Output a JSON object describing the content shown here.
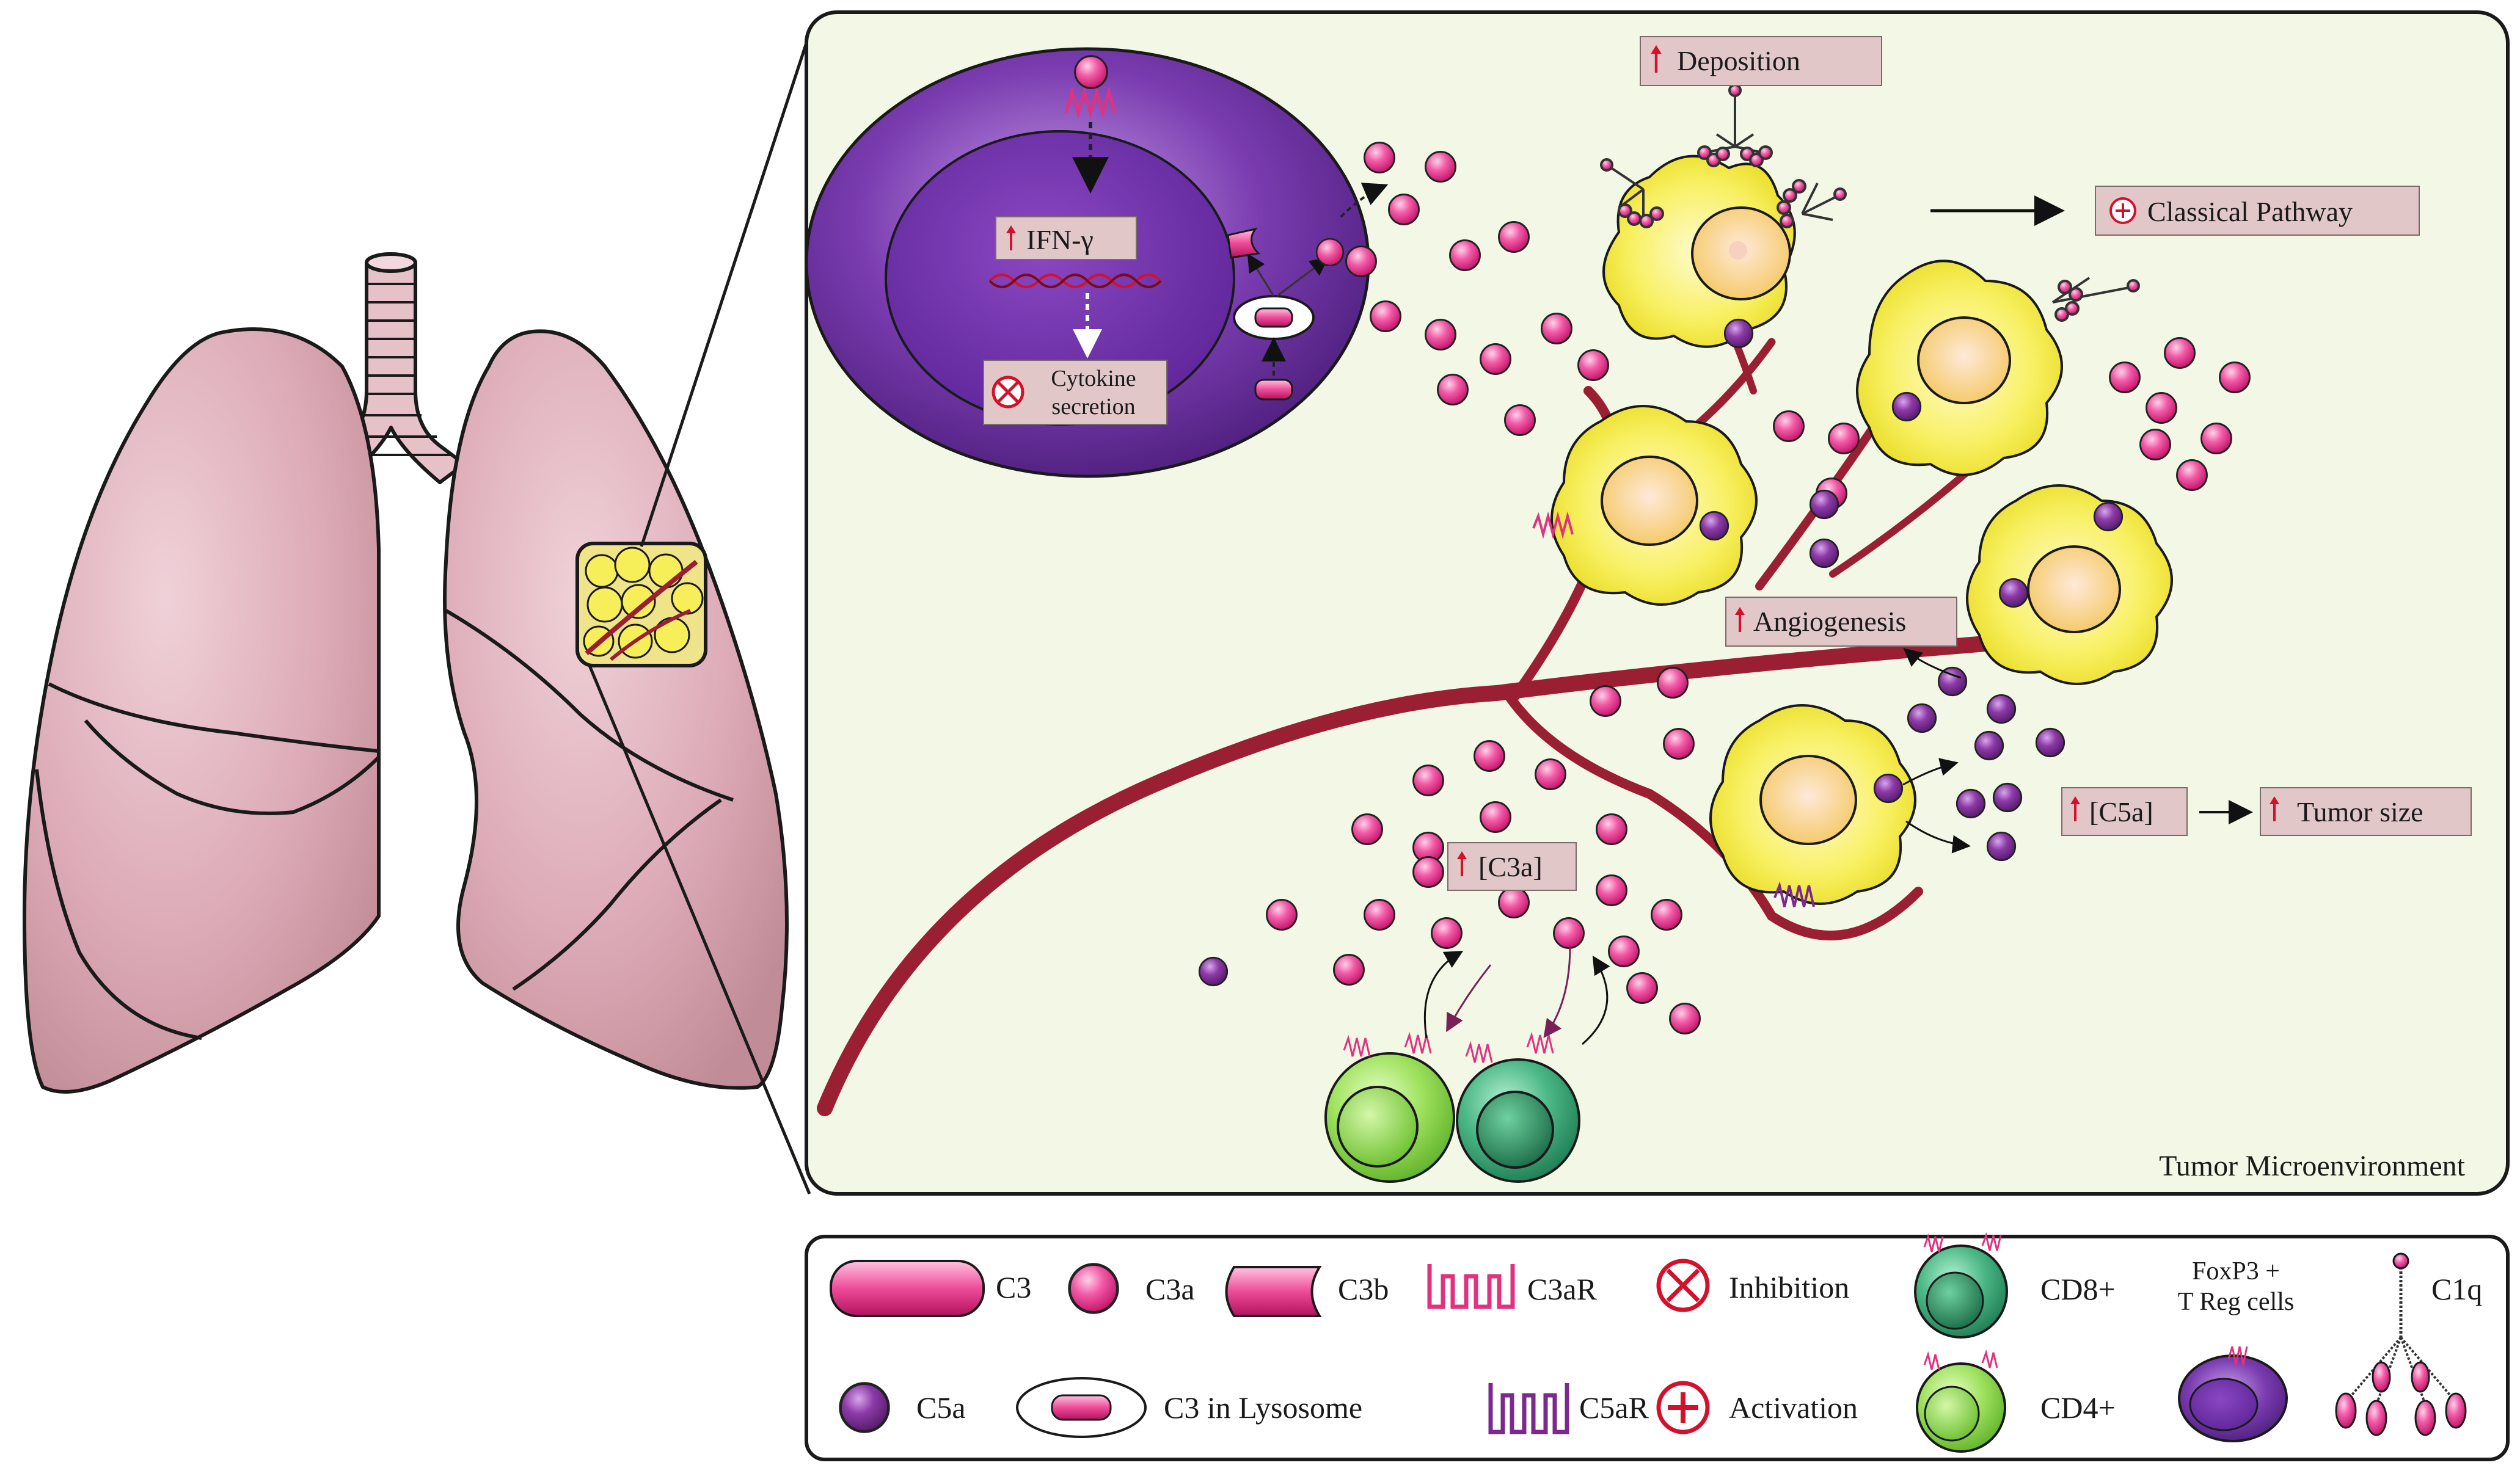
{
  "panel": {
    "caption": "Tumor Microenvironment"
  },
  "labels": {
    "ifn": "IFN-γ",
    "cytokine_line1": "Cytokine",
    "cytokine_line2": "secretion",
    "deposition": "Deposition",
    "classical_pathway": "Classical Pathway",
    "angiogenesis": "Angiogenesis",
    "c5a_level": "[C5a]",
    "tumor_size": "Tumor size",
    "c3a_level": "[C3a]"
  },
  "legend": {
    "c3": "C3",
    "c3a": "C3a",
    "c3b": "C3b",
    "c3ar": "C3aR",
    "inhibition": "Inhibition",
    "cd8": "CD8+",
    "foxp3_line1": "FoxP3 +",
    "foxp3_line2": "T Reg cells",
    "c1q": "C1q",
    "c5a": "C5a",
    "c3_lysosome": "C3 in Lysosome",
    "c5ar": "C5aR",
    "activation": "Activation",
    "cd4": "CD4+"
  },
  "colors": {
    "panel_bg": "#f3f7e6",
    "lung": "#d9a9b4",
    "vessel": "#9b1f33",
    "tumor_cell": "#f4ec4a",
    "c3a_particle": "#e0327f",
    "c5a_particle": "#7a2a8c",
    "treg_cell": "#6a2f9a",
    "cd4_cell": "#8ed654",
    "cd8_cell": "#3fa77a",
    "label_box": "#e2c7c9",
    "up_arrow": "#d4102a"
  }
}
